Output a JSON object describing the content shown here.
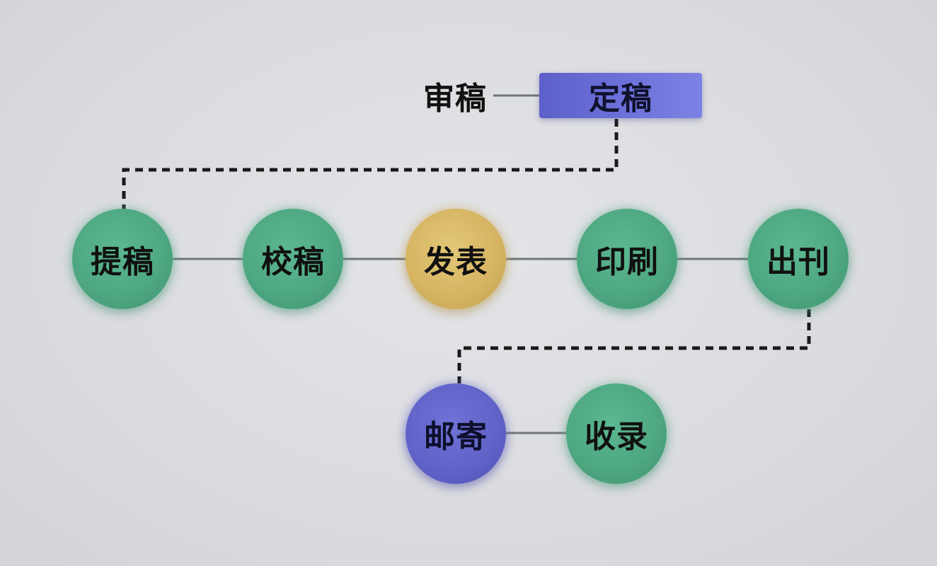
{
  "nodes": {
    "review": "审稿",
    "finalize": "定稿",
    "submit": "提稿",
    "proofread": "校稿",
    "publish": "发表",
    "print": "印刷",
    "issue": "出刊",
    "mail": "邮寄",
    "index": "收录"
  },
  "colors": {
    "green": "#4ea882",
    "gold": "#d6b563",
    "purple": "#6163c9",
    "line": "#6f7779",
    "dash": "#1a1a1a"
  }
}
